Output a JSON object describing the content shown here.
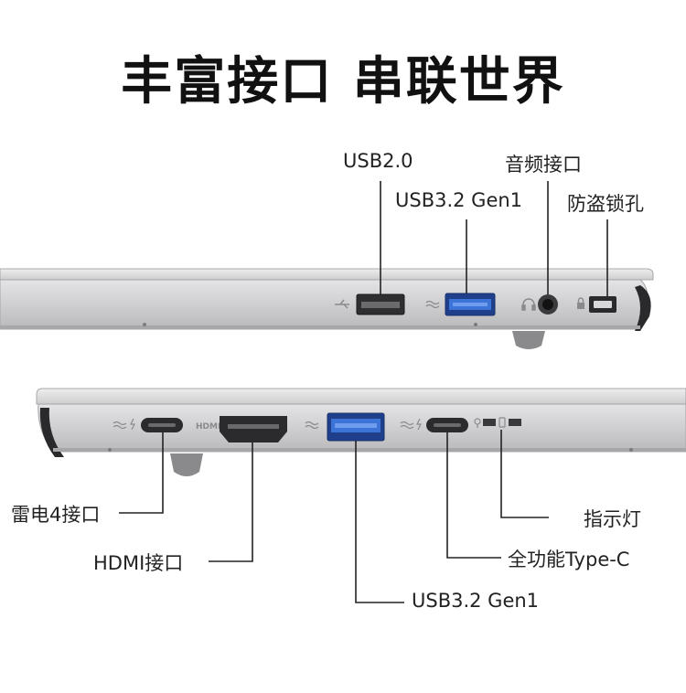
{
  "headline": "丰富接口 串联世界",
  "right_side_ports": {
    "usb20": "USB2.0",
    "usb32": "USB3.2 Gen1",
    "audio": "音频接口",
    "lock": "防盗锁孔"
  },
  "left_side_ports": {
    "thunderbolt": "雷电4接口",
    "hdmi": "HDMI接口",
    "usb32": "USB3.2 Gen1",
    "typec": "全功能Type-C",
    "indicator": "指示灯"
  },
  "port_markings": {
    "hdmi": "HDMI"
  },
  "colors": {
    "laptop_body": "#c9c9cb",
    "usb32_blue": "#3b73d6",
    "line": "#222222"
  }
}
